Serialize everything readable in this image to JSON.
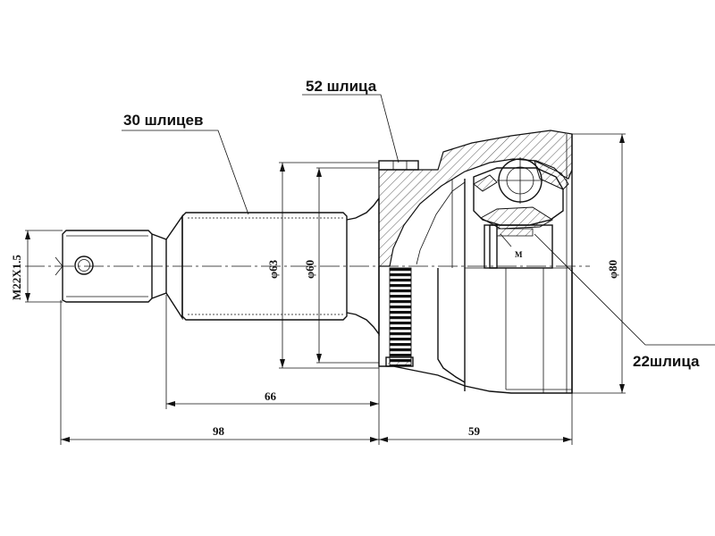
{
  "callouts": {
    "splines_52": "52 шлица",
    "splines_30": "30 шлицев",
    "splines_22": "22шлица"
  },
  "dimensions": {
    "thread": "M22X1.5",
    "dia_63": "φ63",
    "dia_60": "φ60",
    "dia_80": "φ80",
    "len_66": "66",
    "len_98": "98",
    "len_59": "59",
    "mark_m": "M"
  }
}
